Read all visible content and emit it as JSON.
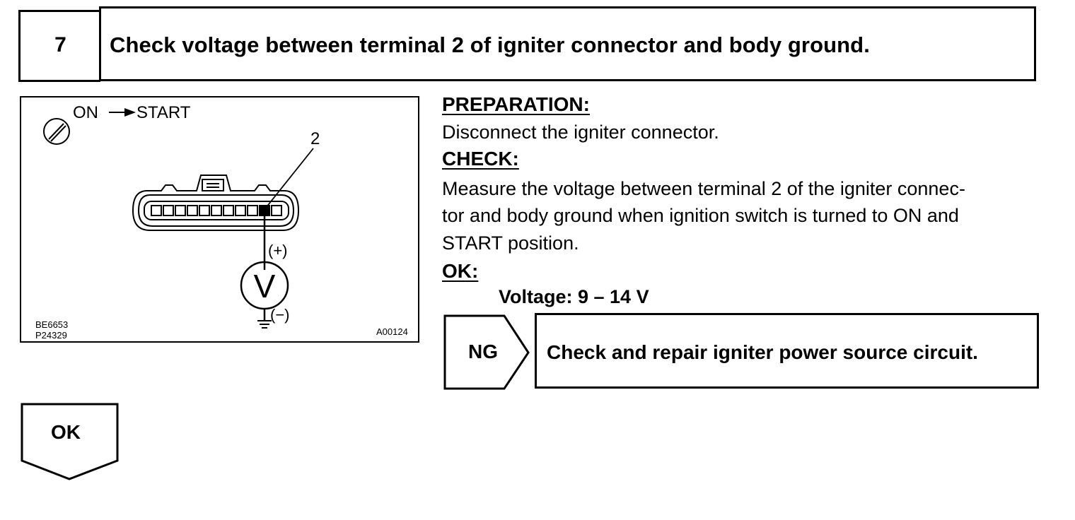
{
  "header": {
    "step_number": "7",
    "title": "Check voltage between terminal 2 of igniter connector and body ground."
  },
  "figure": {
    "switch_label": "ON",
    "switch_arrow_to": "START",
    "terminal_label": "2",
    "plus_label": "(+)",
    "minus_label": "(−)",
    "meter_symbol": "V",
    "code_1": "BE6653",
    "code_2": "P24329",
    "code_3": "A00124"
  },
  "instructions": {
    "preparation_heading": "PREPARATION:",
    "preparation_text": "Disconnect the igniter connector.",
    "check_heading": "CHECK:",
    "check_lines": [
      "Measure the voltage between terminal 2 of the igniter connec-",
      "tor and body ground when ignition switch is turned to ON and",
      "START position."
    ],
    "ok_heading": "OK:",
    "ok_value": "Voltage: 9 – 14 V"
  },
  "ng_branch": {
    "label": "NG",
    "action": "Check and repair igniter power source circuit."
  },
  "ok_branch": {
    "label": "OK"
  }
}
